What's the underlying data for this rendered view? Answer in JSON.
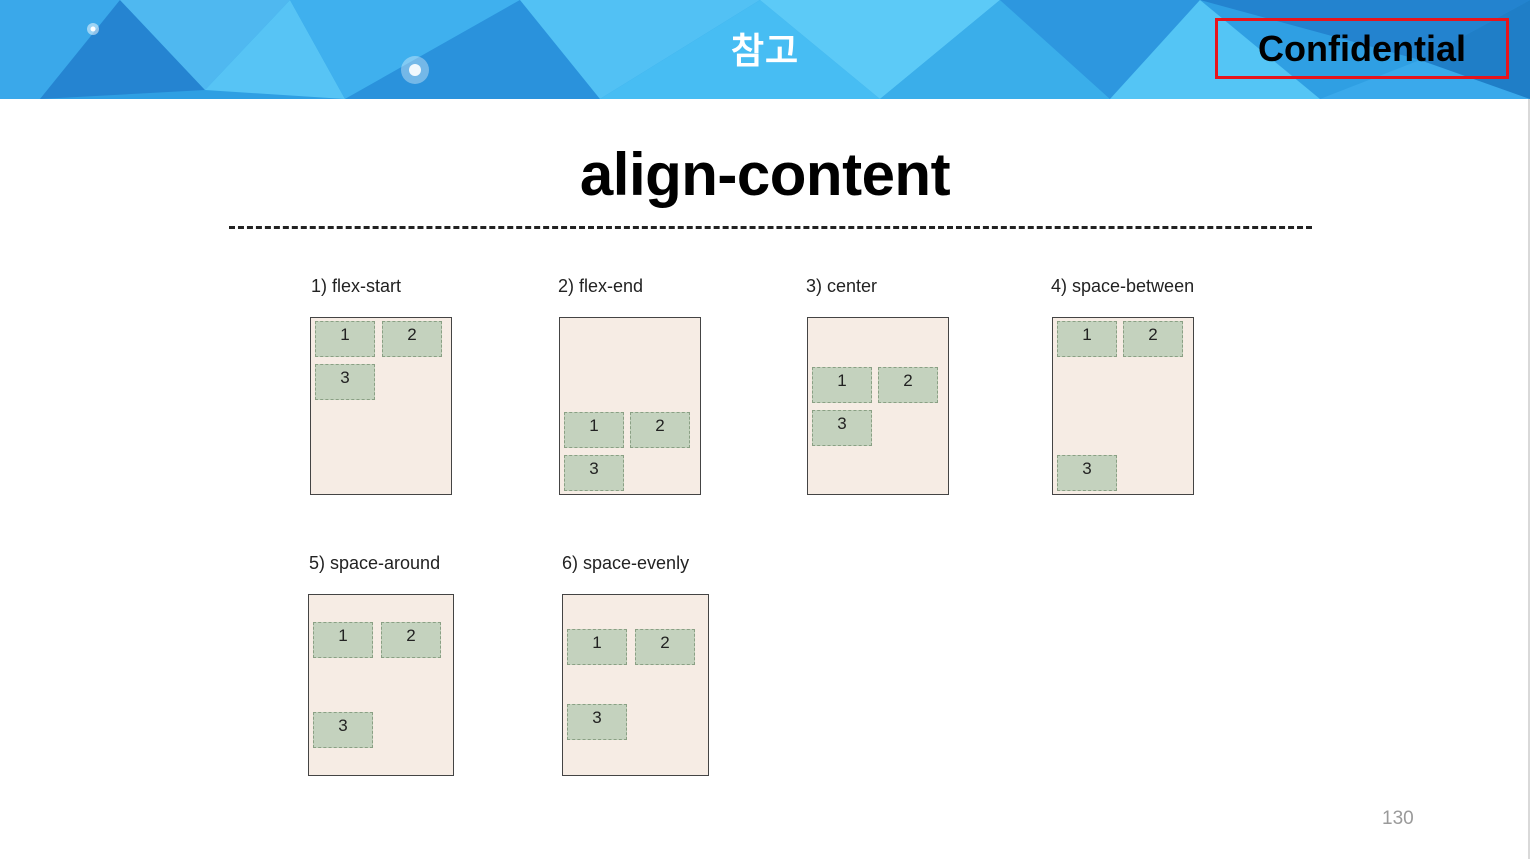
{
  "banner": {
    "title": "참고",
    "confidential_label": "Confidential",
    "colors": {
      "base": "#2f9fe3",
      "light": "#4fc3f7",
      "dark": "#1f7ec7",
      "label_border": "#e8141b"
    }
  },
  "slide": {
    "title": "align-content",
    "page_number": "130"
  },
  "examples": [
    {
      "caption": "1) flex-start",
      "items": [
        "1",
        "2",
        "3"
      ]
    },
    {
      "caption": "2) flex-end",
      "items": [
        "1",
        "2",
        "3"
      ]
    },
    {
      "caption": "3) center",
      "items": [
        "1",
        "2",
        "3"
      ]
    },
    {
      "caption": "4) space-between",
      "items": [
        "1",
        "2",
        "3"
      ]
    },
    {
      "caption": "5) space-around",
      "items": [
        "1",
        "2",
        "3"
      ]
    },
    {
      "caption": "6) space-evenly",
      "items": [
        "1",
        "2",
        "3"
      ]
    }
  ],
  "colors": {
    "container_bg": "#f6ece4",
    "item_bg": "#c4d2be"
  }
}
